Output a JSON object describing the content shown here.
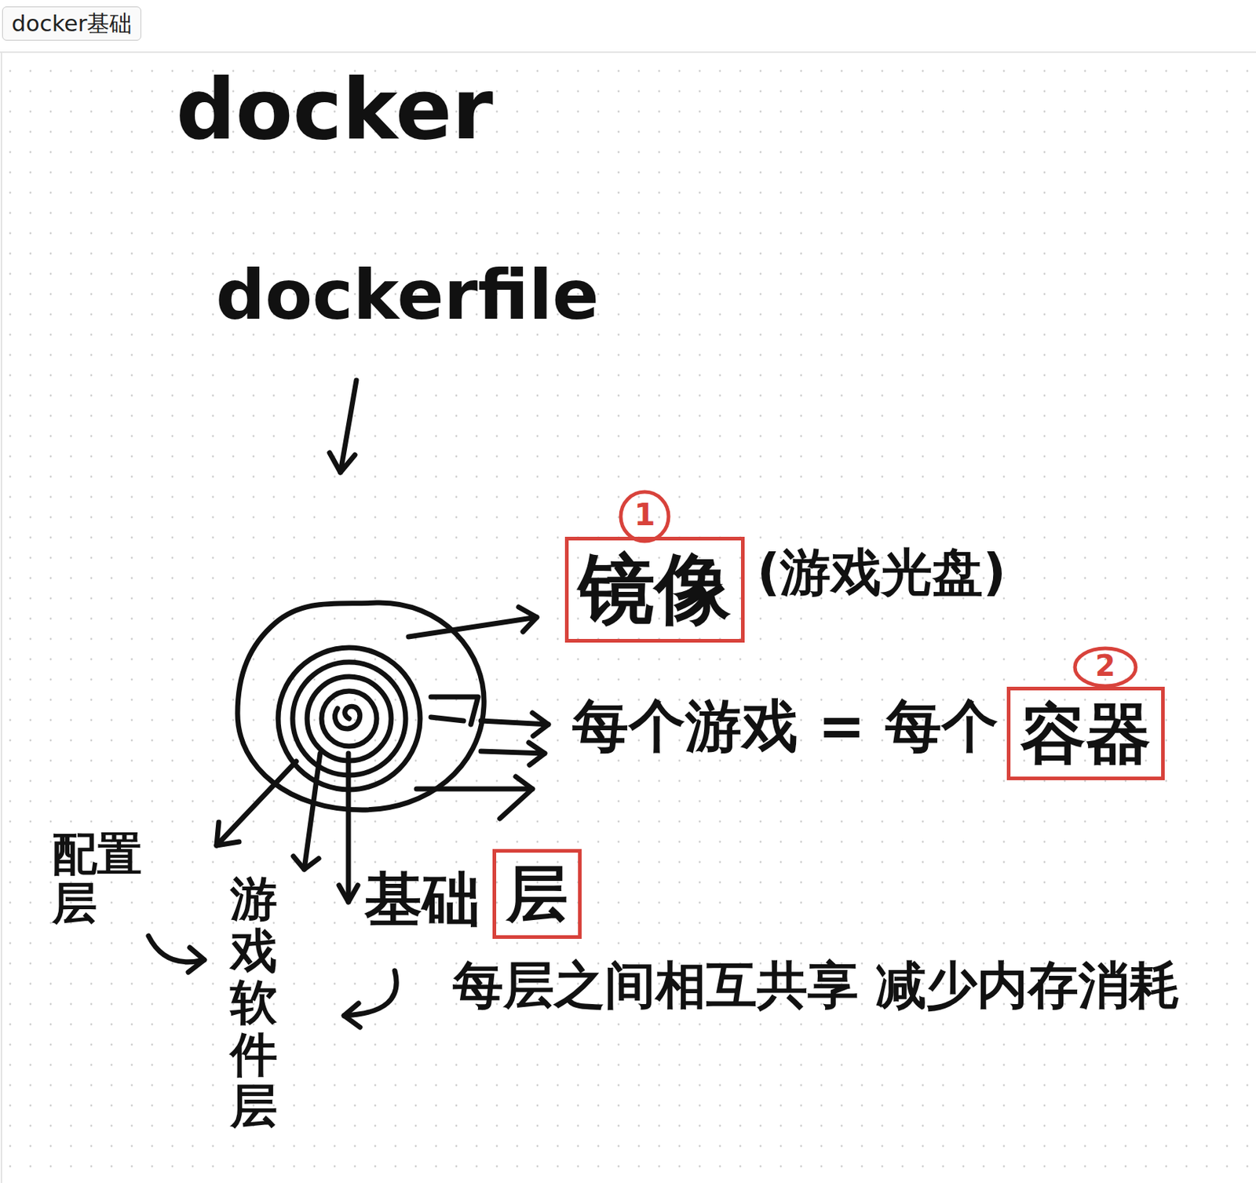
{
  "diagram": {
    "title": "docker基础",
    "nodes": [
      {
        "text": [
          "镜像"
        ]
      },
      {
        "text": [
          "容器"
        ]
      },
      {
        "text": [
          "层"
        ]
      }
    ],
    "labels": [
      "docker",
      "dockerfile",
      "1",
      "(游戏光盘)",
      "每个游戏 = 每个",
      "2",
      "配置层",
      "游戏软件层",
      "基础",
      "每层之间相互共享 减少内存消耗"
    ]
  }
}
